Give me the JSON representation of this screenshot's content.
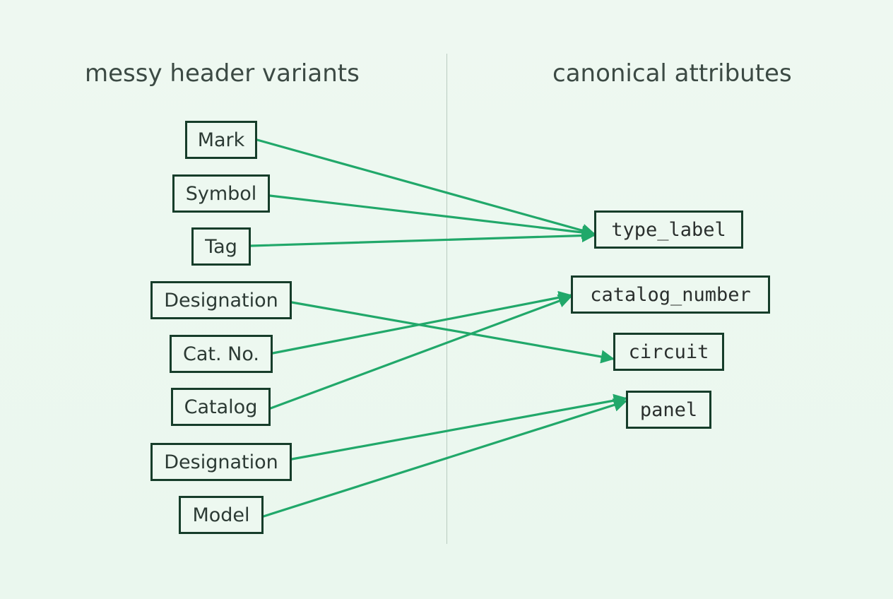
{
  "titles": {
    "left": "messy header variants",
    "right": "canonical attributes"
  },
  "colors": {
    "arrow": "#21a86a",
    "box_border": "#163d2a"
  },
  "variants": [
    {
      "label": "Mark",
      "maps_to": "type_label"
    },
    {
      "label": "Symbol",
      "maps_to": "type_label"
    },
    {
      "label": "Tag",
      "maps_to": "type_label"
    },
    {
      "label": "Designation",
      "maps_to": "circuit"
    },
    {
      "label": "Cat. No.",
      "maps_to": "catalog_number"
    },
    {
      "label": "Catalog",
      "maps_to": "catalog_number"
    },
    {
      "label": "Designation",
      "maps_to": "panel"
    },
    {
      "label": "Model",
      "maps_to": "panel"
    }
  ],
  "attributes": [
    {
      "label": "type_label"
    },
    {
      "label": "catalog_number"
    },
    {
      "label": "circuit"
    },
    {
      "label": "panel"
    }
  ]
}
